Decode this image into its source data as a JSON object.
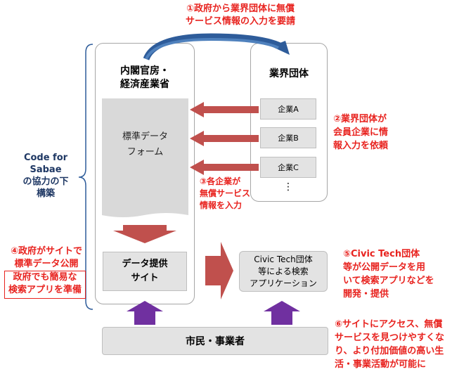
{
  "top_note": "①政府から業界団体に無償\nサービス情報の入力を要請",
  "gov_panel": {
    "title": "内閣官房・\n経済産業省",
    "form_label": "標準データ\nフォーム",
    "site_label": "データ提供\nサイト"
  },
  "industry_panel": {
    "title": "業界団体",
    "companies": [
      "企業A",
      "企業B",
      "企業C"
    ],
    "ellipsis": "⋮"
  },
  "note_2": "②業界団体が\n会員企業に情\n報入力を依頼",
  "note_3": "③各企業が\n無償サービス\n情報を入力",
  "note_4_line1": "④政府がサイトで",
  "note_4_line2": "標準データ公開",
  "note_4_box": "政府でも簡易な\n検索アプリを準備",
  "note_5": "⑤Civic Tech団体\n等が公開データを用\nいて検索アプリなどを\n開発・提供",
  "note_6": "⑥サイトにアクセス、無償\nサービスを見つけやすくな\nり、より付加価値の高い生\n活・事業活動が可能に",
  "code_for_sabae": "Code for\nSabae\nの協力の下\n構築",
  "civic_box": "Civic Tech団体\n等による検索\nアプリケーション",
  "citizens": "市民・事業者",
  "colors": {
    "red_arrow": "#c0504d",
    "purple_arrow": "#7030a0",
    "blue_arrow": "#2e5c9a",
    "note_red": "#e8231f",
    "navy": "#1f3864"
  }
}
